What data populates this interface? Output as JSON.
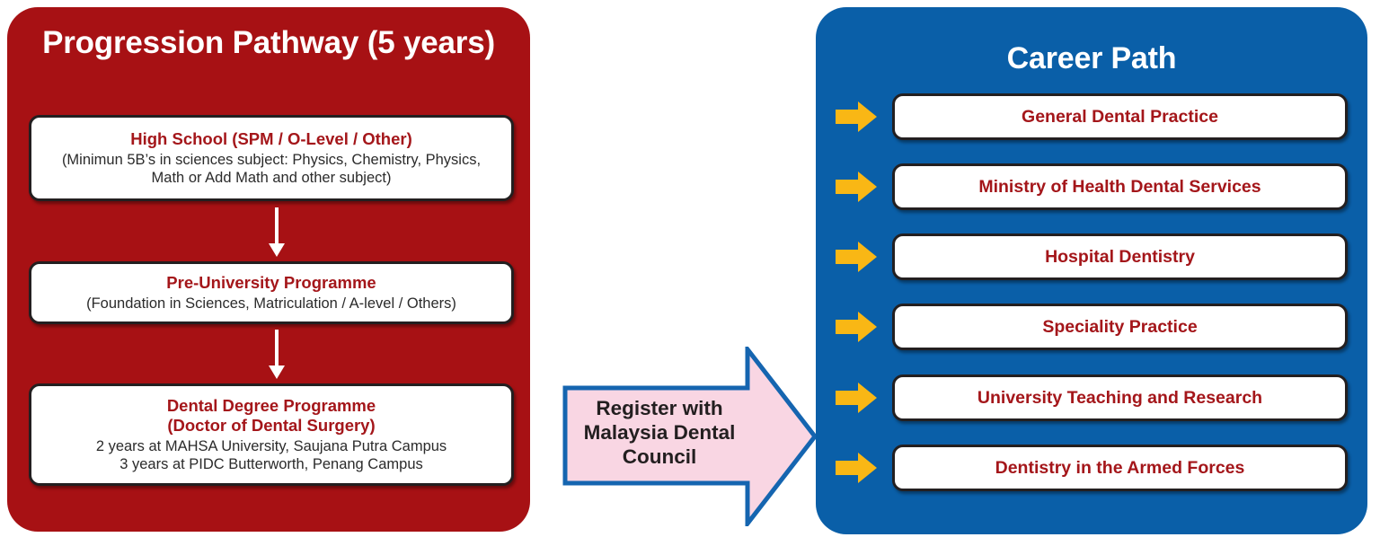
{
  "colors": {
    "left_panel_bg": "#A71114",
    "right_panel_bg": "#0A5FA8",
    "card_bg": "#FFFFFF",
    "card_border": "#231F20",
    "card_heading_text": "#A4161A",
    "card_sub_text": "#2B2B2B",
    "panel_title_text": "#FFFFFF",
    "career_arrow_fill": "#F9B715",
    "register_arrow_fill": "#F9D6E3",
    "register_arrow_stroke": "#1565B0",
    "down_arrow_fill": "#FFFFFF"
  },
  "left_panel": {
    "title": "Progression Pathway\n(5 years)",
    "steps": [
      {
        "heading": "High School (SPM / O-Level / Other)",
        "sub": "(Minimun 5B’s in sciences subject: Physics, Chemistry, Physics,\nMath or Add Math and other subject)"
      },
      {
        "heading": "Pre-University Programme",
        "sub": "(Foundation in Sciences, Matriculation / A-level / Others)"
      },
      {
        "heading": "Dental Degree Programme\n(Doctor of Dental Surgery)",
        "sub": "2 years at MAHSA University, Saujana Putra Campus\n3 years at PIDC Butterworth, Penang Campus"
      }
    ],
    "connectors": [
      {
        "icon": "down-arrow-icon"
      },
      {
        "icon": "down-arrow-icon"
      }
    ]
  },
  "middle": {
    "label": "Register with\nMalaysia Dental\nCouncil",
    "icon": "right-arrow-icon"
  },
  "right_panel": {
    "title": "Career Path",
    "items": [
      {
        "label": "General Dental Practice",
        "icon": "right-arrow-icon"
      },
      {
        "label": "Ministry of Health Dental Services",
        "icon": "right-arrow-icon"
      },
      {
        "label": "Hospital Dentistry",
        "icon": "right-arrow-icon"
      },
      {
        "label": "Speciality Practice",
        "icon": "right-arrow-icon"
      },
      {
        "label": "University Teaching and Research",
        "icon": "right-arrow-icon"
      },
      {
        "label": "Dentistry in the Armed Forces",
        "icon": "right-arrow-icon"
      }
    ]
  }
}
